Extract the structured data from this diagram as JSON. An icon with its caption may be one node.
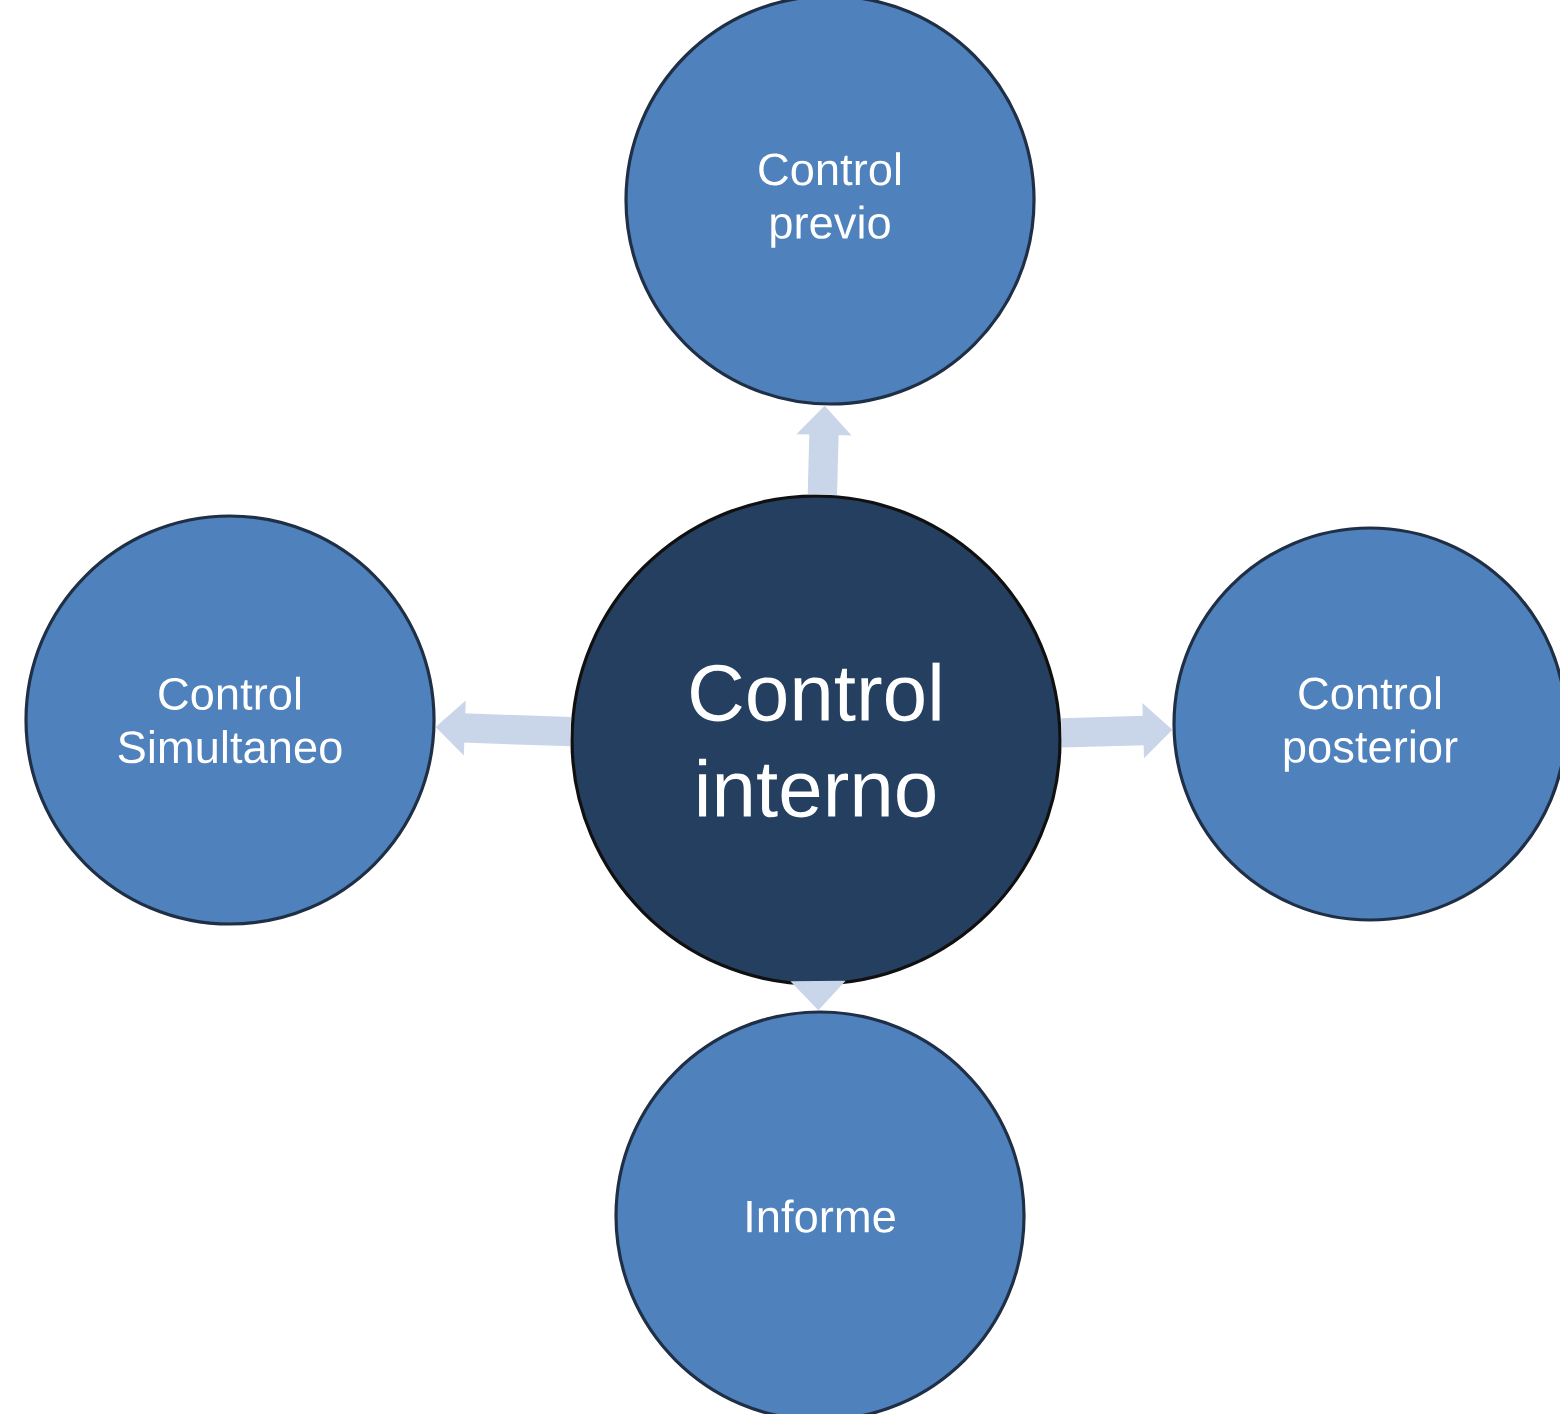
{
  "diagram": {
    "nodes": [
      {
        "text": [
          "Control previo"
        ]
      },
      {
        "text": [
          "Control Simultaneo"
        ]
      },
      {
        "text": [
          "Control interno"
        ]
      },
      {
        "text": [
          "Control posterior"
        ]
      },
      {
        "text": [
          "Informe"
        ]
      }
    ],
    "edges": [
      {
        "from": 2,
        "to": 0,
        "arrow": "to"
      },
      {
        "from": 2,
        "to": 1,
        "arrow": "to"
      },
      {
        "from": 2,
        "to": 3,
        "arrow": "to"
      },
      {
        "from": 2,
        "to": 4,
        "arrow": "to"
      }
    ]
  }
}
